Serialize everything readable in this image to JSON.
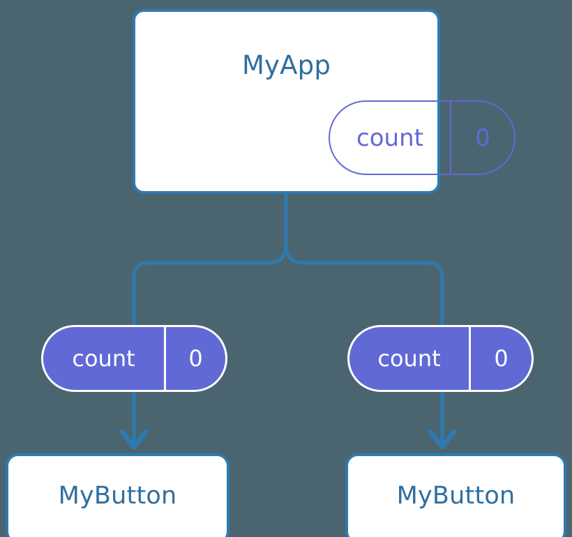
{
  "diagram": {
    "title": "MyApp component tree with count state",
    "background_color": "#4b6570",
    "accent_line_color": "#2e7ab0",
    "node_text_color": "#2e6f9e",
    "state_color": "#6169d6",
    "node_fill_color": "#ffffff"
  },
  "root": {
    "label": "MyApp",
    "state": {
      "key": "count",
      "value": "0"
    }
  },
  "branches": [
    {
      "state": {
        "key": "count",
        "value": "0"
      },
      "child": {
        "label": "MyButton"
      }
    },
    {
      "state": {
        "key": "count",
        "value": "0"
      },
      "child": {
        "label": "MyButton"
      }
    }
  ],
  "connectors": {
    "trunk": "vertical-split-from-root",
    "arrow_icon": "arrow-down-icon"
  }
}
